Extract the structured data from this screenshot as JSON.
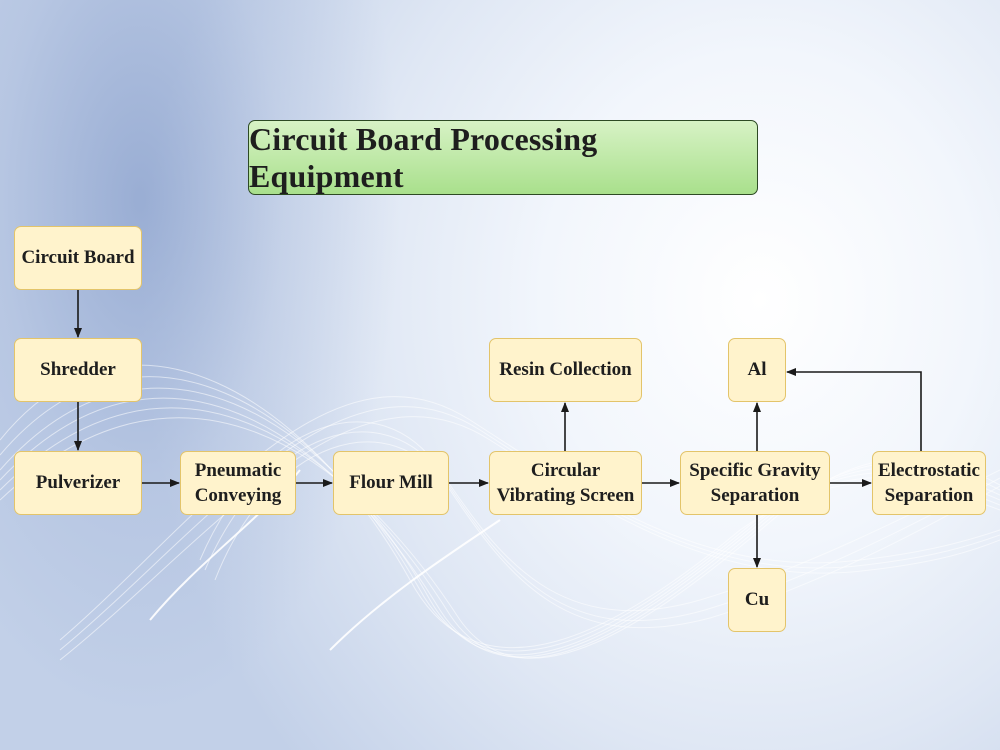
{
  "title": "Circuit Board Processing Equipment",
  "nodes": {
    "circuit_board": "Circuit Board",
    "shredder": "Shredder",
    "pulverizer": "Pulverizer",
    "pneumatic_conveying": "Pneumatic\nConveying",
    "flour_mill": "Flour Mill",
    "circular_vibrating_screen": "Circular\nVibrating Screen",
    "resin_collection": "Resin Collection",
    "specific_gravity_separation": "Specific Gravity\nSeparation",
    "al": "Al",
    "cu": "Cu",
    "electrostatic_separation": "Electrostatic\nSeparation"
  },
  "colors": {
    "title_fill": "#b8e6a0",
    "node_fill": "#fff3cc",
    "node_border": "#e3c46a",
    "arrow": "#1a1a1a"
  }
}
